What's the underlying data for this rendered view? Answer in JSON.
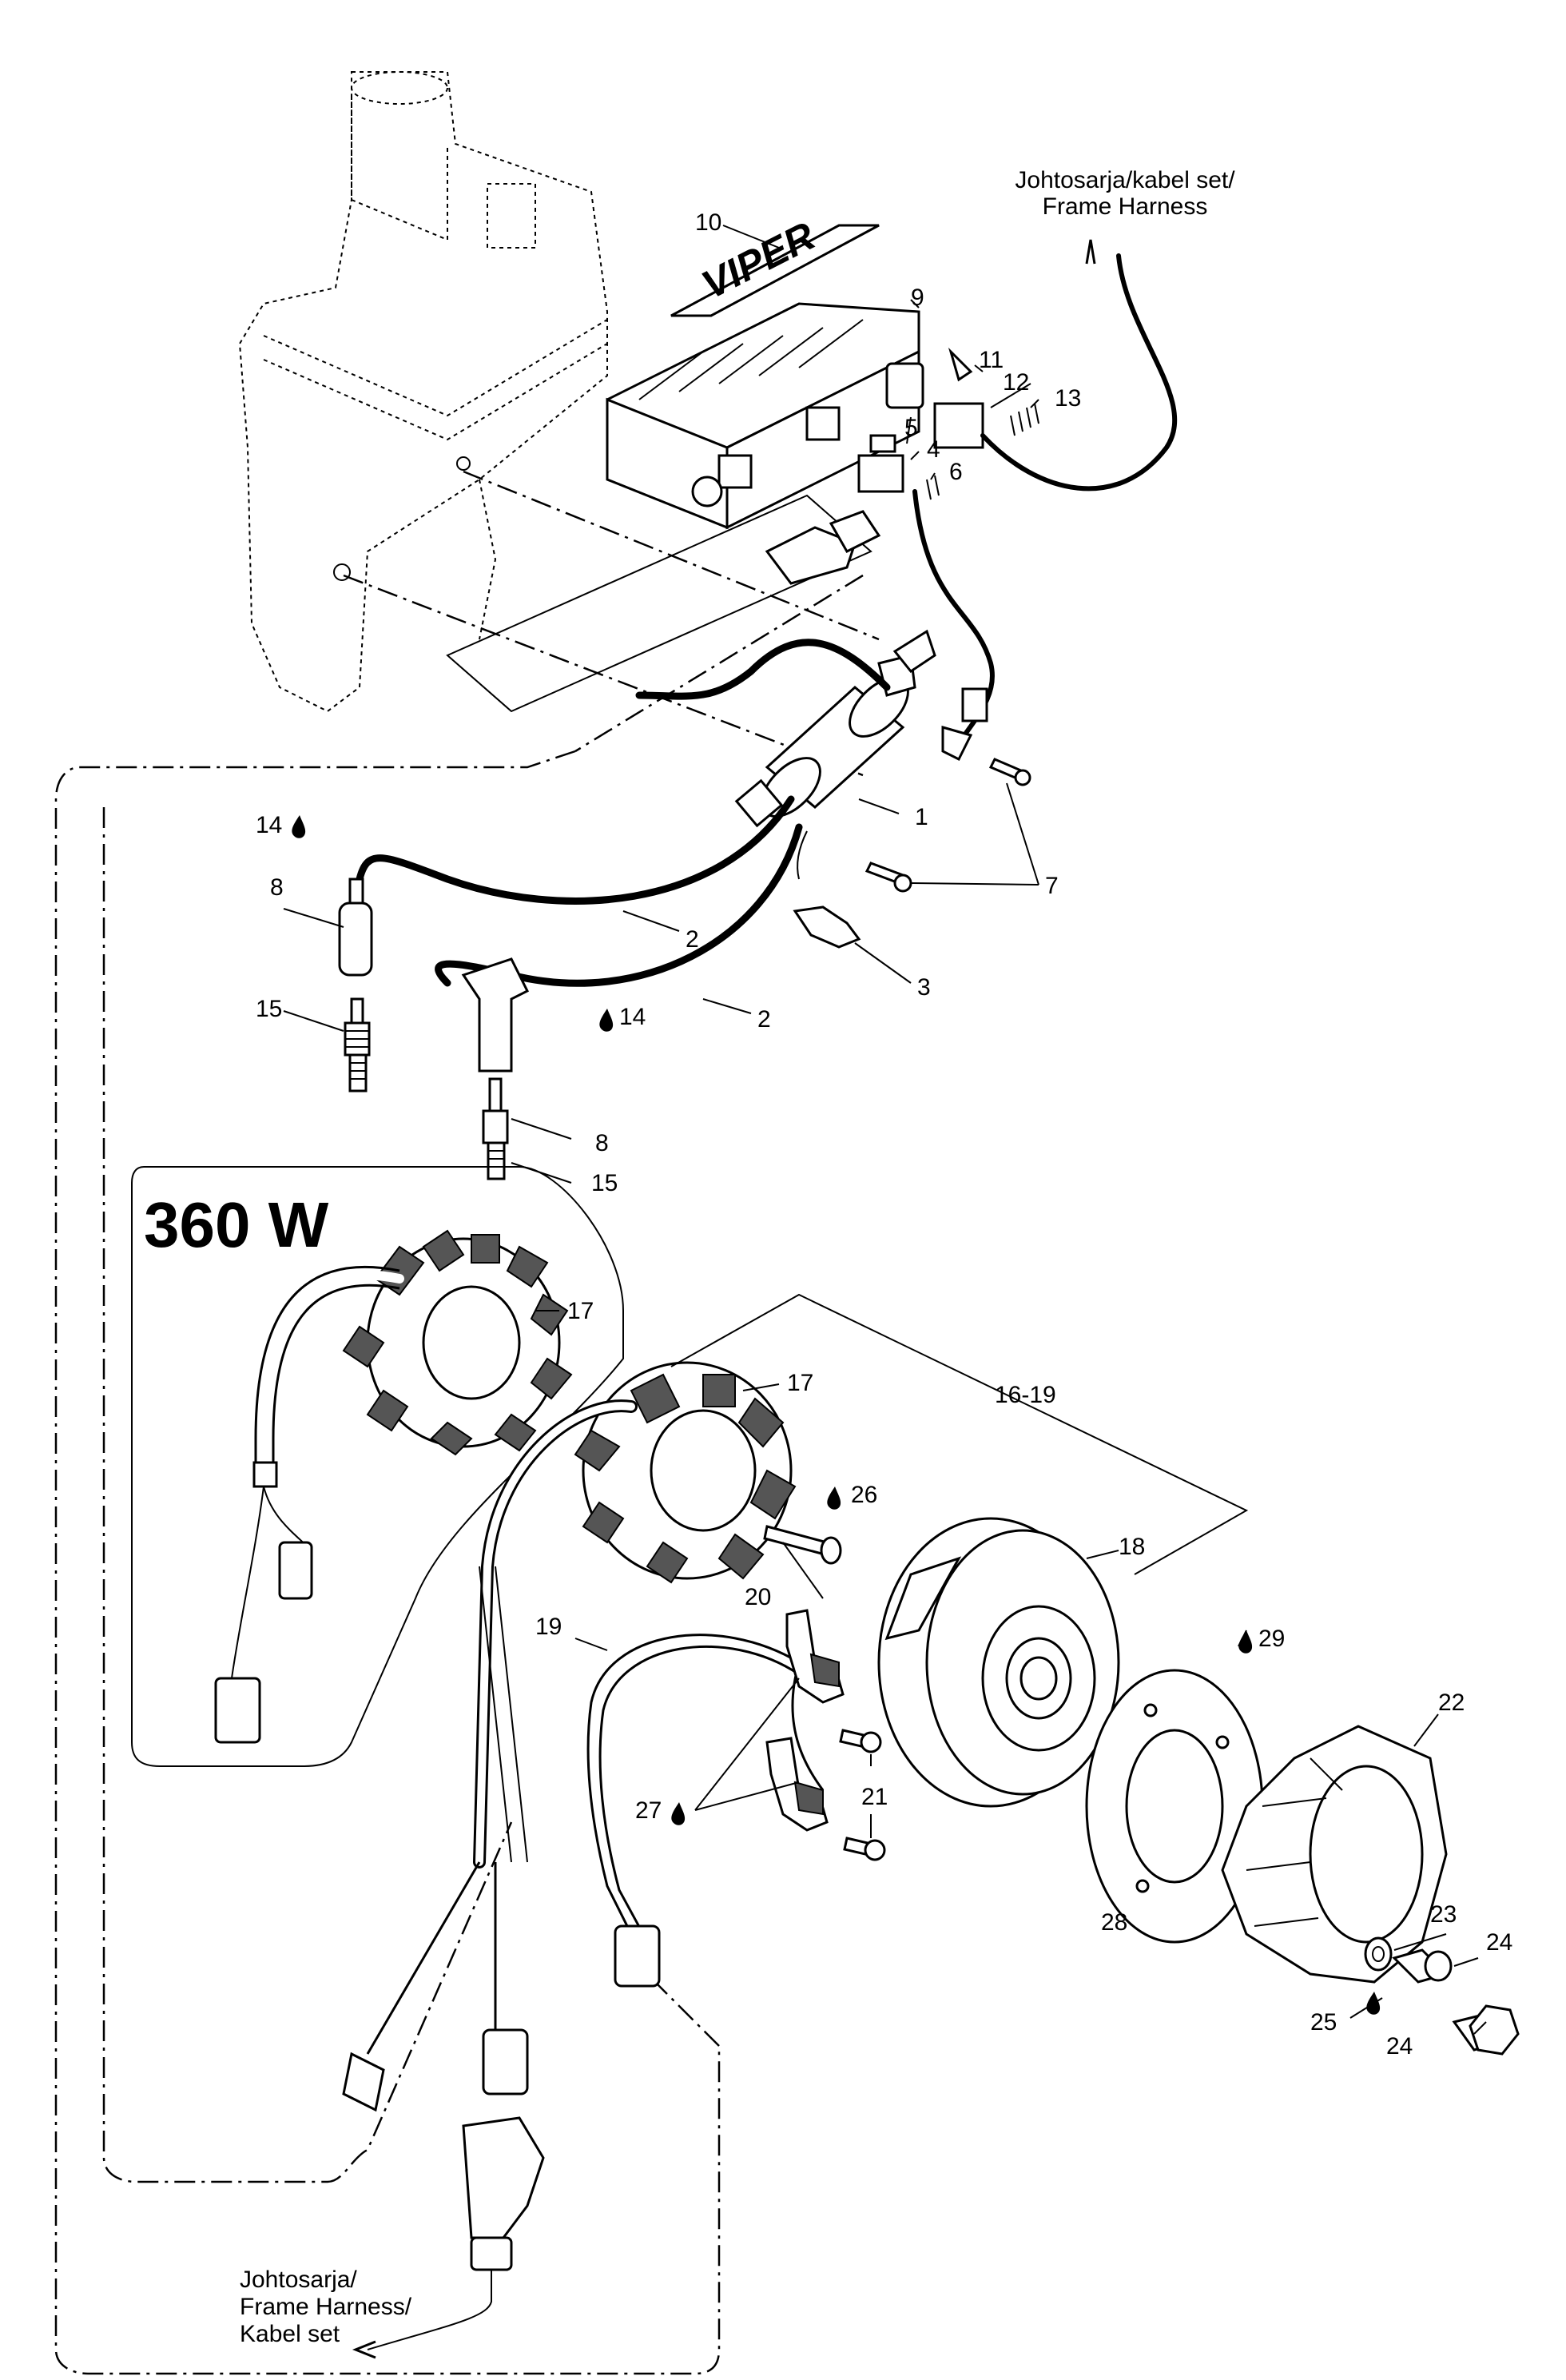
{
  "notes": {
    "top_harness": [
      "Johtosarja/kabel set/",
      "Frame Harness"
    ],
    "bottom_harness": [
      "Johtosarja/",
      "Frame Harness/",
      "Kabel set"
    ],
    "inset_label": "360 W"
  },
  "callouts": {
    "c1": "1",
    "c2a": "2",
    "c2b": "2",
    "c3": "3",
    "c4": "4",
    "c5": "5",
    "c6": "6",
    "c7": "7",
    "c8a": "8",
    "c8b": "8",
    "c9": "9",
    "c10": "10",
    "c11": "11",
    "c12": "12",
    "c13": "13",
    "c14a": "14",
    "c14b": "14",
    "c15a": "15",
    "c15b": "15",
    "c16_19": "16-19",
    "c17a": "17",
    "c17b": "17",
    "c18": "18",
    "c19": "19",
    "c20": "20",
    "c21": "21",
    "c22": "22",
    "c23": "23",
    "c24a": "24",
    "c24b": "24",
    "c25": "25",
    "c26": "26",
    "c27": "27",
    "c28": "28",
    "c29": "29"
  },
  "decal_text": "VIPER",
  "icons": {
    "lubricant": "oil-drop-icon"
  }
}
